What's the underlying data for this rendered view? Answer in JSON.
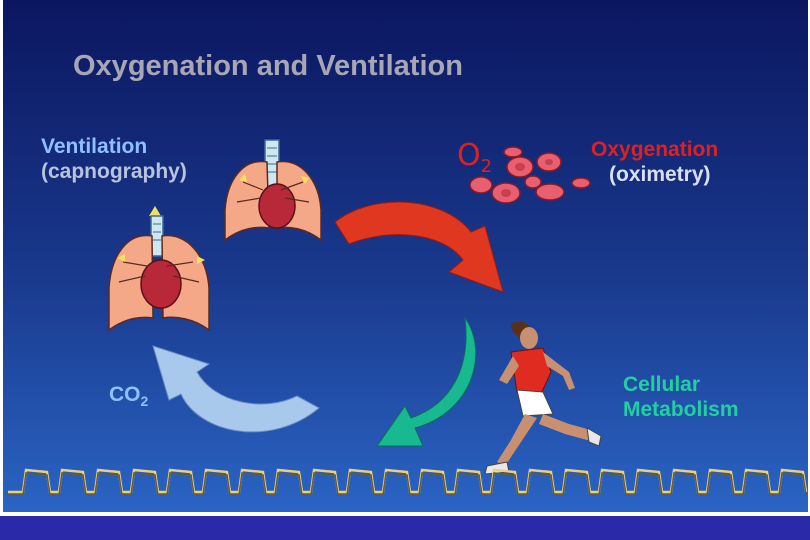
{
  "slide": {
    "title": "Oxygenation and Ventilation",
    "ventilation_label": "Ventilation",
    "ventilation_sub": "(capnography)",
    "oxygenation_label": "Oxygenation",
    "oxygenation_sub": "(oximetry)",
    "o2_main": "O",
    "o2_sub": "2",
    "co2_main": "CO",
    "co2_sub": "2",
    "cellular_label": "Cellular",
    "metabolism_label": "Metabolism"
  },
  "colors": {
    "background_top": "#0b1660",
    "background_bottom": "#2a64c4",
    "title": "#a7a7b4",
    "oxygen_red": "#e02020",
    "co2_blue": "#8fc0ff",
    "metabolism_green": "#20d0a0",
    "waveform": "#e8d080"
  },
  "icons": [
    "lungs-icon",
    "lungs-icon",
    "red-blood-cells-icon",
    "runner-icon",
    "red-arrow-icon",
    "green-arrow-icon",
    "blue-arrow-icon",
    "capnography-waveform-icon"
  ]
}
